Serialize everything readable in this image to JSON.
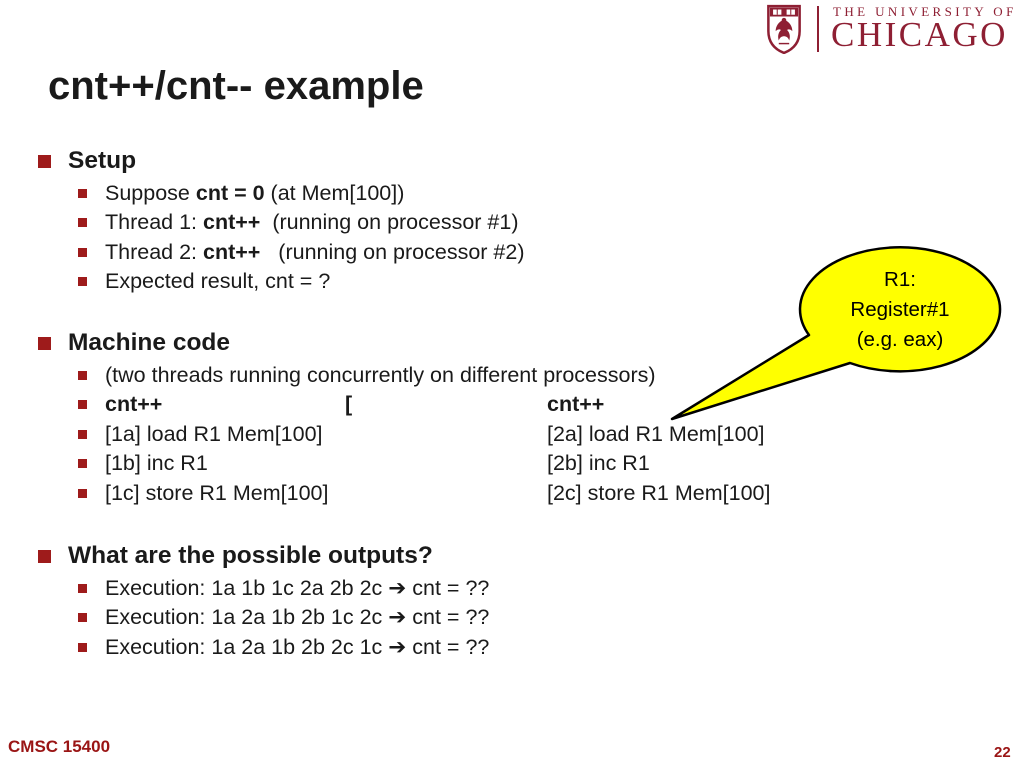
{
  "logo": {
    "line1": "THE UNIVERSITY OF",
    "line2": "CHICAGO",
    "maroon": "#8E1F33"
  },
  "title": "cnt++/cnt-- example",
  "sections": [
    {
      "heading": "Setup",
      "items": [
        {
          "segments": [
            {
              "text": "Suppose "
            },
            {
              "text": "cnt = 0",
              "bold": true
            },
            {
              "text": " (at Mem[100])"
            }
          ]
        },
        {
          "segments": [
            {
              "text": "Thread 1: "
            },
            {
              "text": "cnt++",
              "bold": true
            },
            {
              "text": "  (running on processor #1)"
            }
          ]
        },
        {
          "segments": [
            {
              "text": "Thread 2: "
            },
            {
              "text": "cnt++",
              "bold": true
            },
            {
              "text": "   (running on processor #2)"
            }
          ]
        },
        {
          "segments": [
            {
              "text": "Expected result, cnt = ?"
            }
          ]
        }
      ]
    },
    {
      "heading": "Machine code",
      "items": [
        {
          "segments": [
            {
              "text": "(two threads running concurrently on different processors)"
            }
          ]
        },
        {
          "type": "columns",
          "left": "cnt++",
          "mid": "[",
          "right": "cnt++",
          "bold": true
        },
        {
          "type": "columns",
          "left": "[1a] load R1 Mem[100]",
          "right": "[2a] load R1 Mem[100]"
        },
        {
          "type": "columns",
          "left": "[1b] inc R1",
          "right": "[2b] inc R1"
        },
        {
          "type": "columns",
          "left": "[1c] store R1 Mem[100]",
          "right": "[2c] store R1 Mem[100]"
        }
      ]
    },
    {
      "heading": "What are the possible outputs?",
      "items": [
        {
          "segments": [
            {
              "text": "Execution: 1a 1b 1c 2a 2b 2c "
            },
            {
              "text": "➔",
              "arrow": true
            },
            {
              "text": " cnt = ??"
            }
          ]
        },
        {
          "segments": [
            {
              "text": "Execution: 1a 2a 1b 2b 1c 2c "
            },
            {
              "text": "➔",
              "arrow": true
            },
            {
              "text": " cnt = ??"
            }
          ]
        },
        {
          "segments": [
            {
              "text": "Execution: 1a 2a 1b 2b 2c 1c "
            },
            {
              "text": "➔",
              "arrow": true
            },
            {
              "text": " cnt = ??"
            }
          ]
        }
      ]
    }
  ],
  "callout": {
    "lines": [
      "R1:",
      "Register#1",
      "(e.g. eax)"
    ],
    "fill": "#FFFF00",
    "border": "#000000"
  },
  "footer": {
    "course": "CMSC 15400",
    "page": "22"
  },
  "colors": {
    "bullet": "#9E1B1B",
    "text": "#1A1A1A",
    "footer_text": "#9A1515",
    "background": "#FFFFFF"
  }
}
